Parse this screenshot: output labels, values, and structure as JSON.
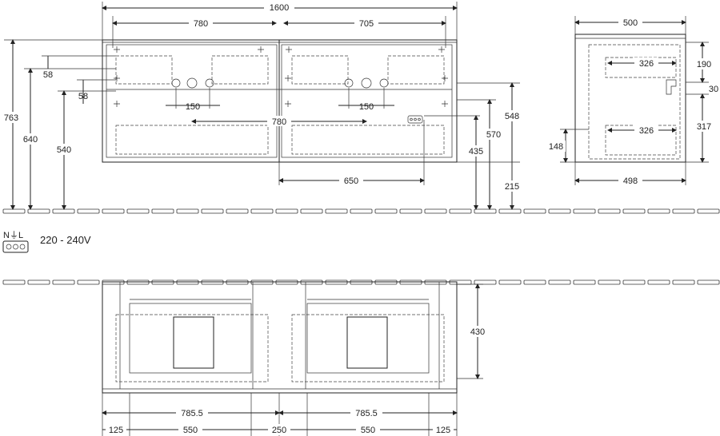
{
  "front_view": {
    "overall_width": "1600",
    "left_bay_width": "780",
    "right_bay_width": "705",
    "hole_offset_left": "58",
    "hole_offset_left_lower": "58",
    "tap_spacing_left": "150",
    "tap_spacing_right": "150",
    "drawer_width": "780",
    "height_763": "763",
    "height_640": "640",
    "height_540": "540",
    "height_548": "548",
    "height_570": "570",
    "height_435": "435",
    "height_215": "215",
    "socket_offset": "650"
  },
  "side_view": {
    "depth_top": "500",
    "depth_bottom": "498",
    "drawer_depth_upper": "326",
    "drawer_depth_lower": "326",
    "height_190": "190",
    "height_30": "30",
    "height_317": "317",
    "height_148": "148"
  },
  "electrical": {
    "symbol": "N⏚L",
    "voltage": "220 - 240V"
  },
  "top_view": {
    "depth_430": "430",
    "half_left": "785.5",
    "half_right": "785.5",
    "seg_125_left": "125",
    "seg_550_left": "550",
    "seg_250": "250",
    "seg_550_right": "550",
    "seg_125_right": "125"
  }
}
